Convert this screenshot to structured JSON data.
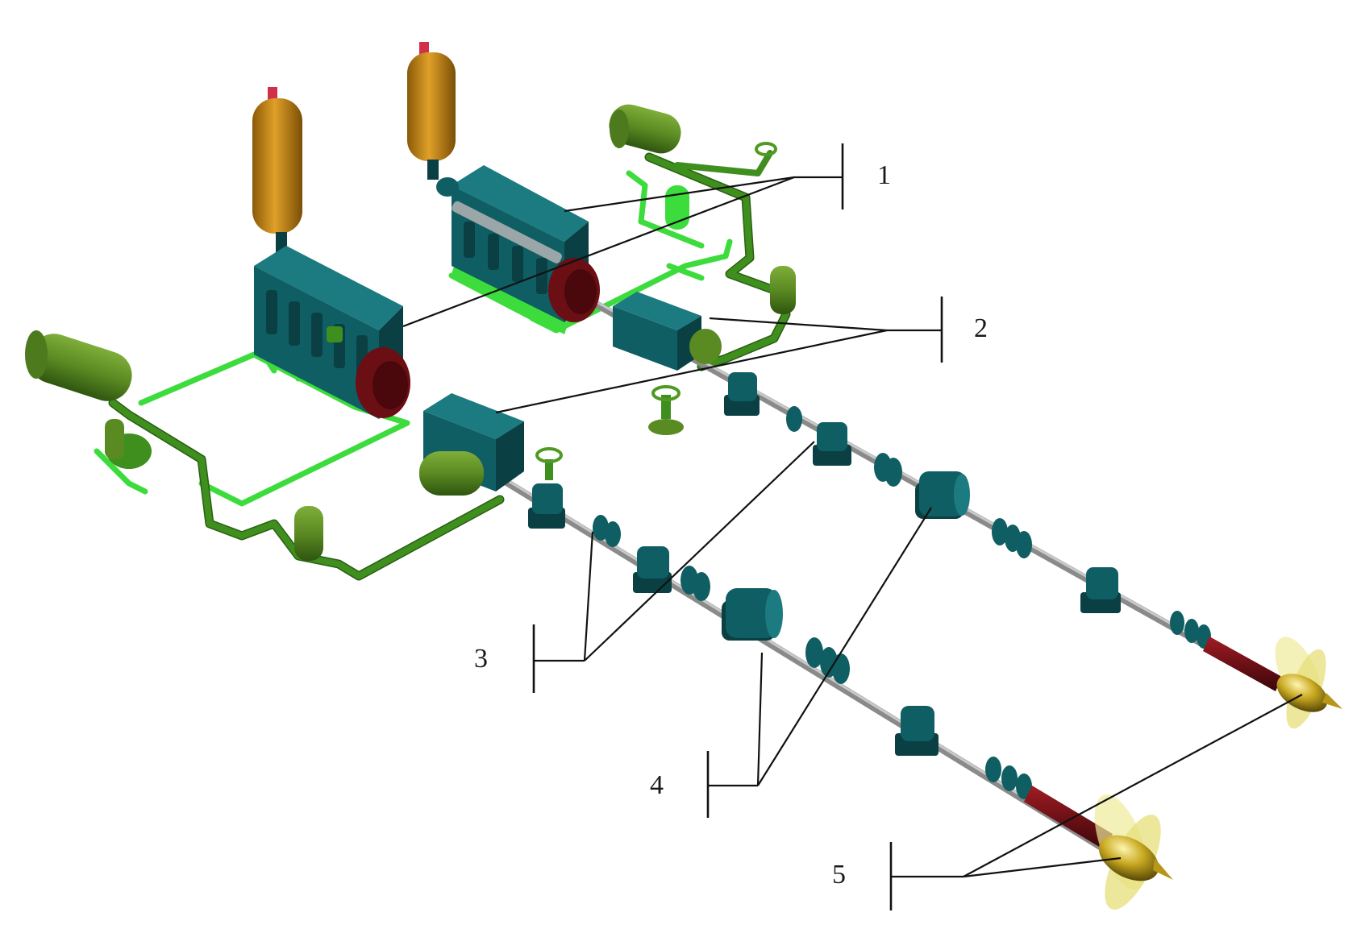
{
  "diagram": {
    "callouts": [
      {
        "id": "1",
        "label": "1"
      },
      {
        "id": "2",
        "label": "2"
      },
      {
        "id": "3",
        "label": "3"
      },
      {
        "id": "4",
        "label": "4"
      },
      {
        "id": "5",
        "label": "5"
      }
    ],
    "colors": {
      "engine_body": "#0f5e63",
      "muffler": "#c98a12",
      "exhaust_tip": "#d0304a",
      "pipe_light": "#3ddc3d",
      "pipe_dark": "#3f8f1f",
      "shaft": "#8a8a8a",
      "stern_tube": "#6b0f14",
      "propeller": "#d8d060",
      "coupling_flywheel": "#6b0f14"
    }
  }
}
